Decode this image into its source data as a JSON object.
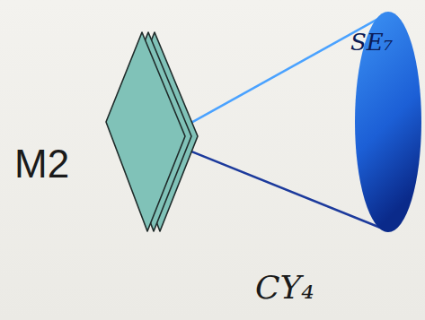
{
  "diagram": {
    "nodes": [
      {
        "text": [
          "M2"
        ]
      },
      {
        "text": [
          "SE₇"
        ]
      }
    ],
    "edges": [
      {
        "from": 0,
        "to": 1,
        "arrow": "none"
      },
      {
        "from": 0,
        "to": 1,
        "arrow": "none"
      }
    ],
    "labels": [
      "CY₄"
    ]
  }
}
